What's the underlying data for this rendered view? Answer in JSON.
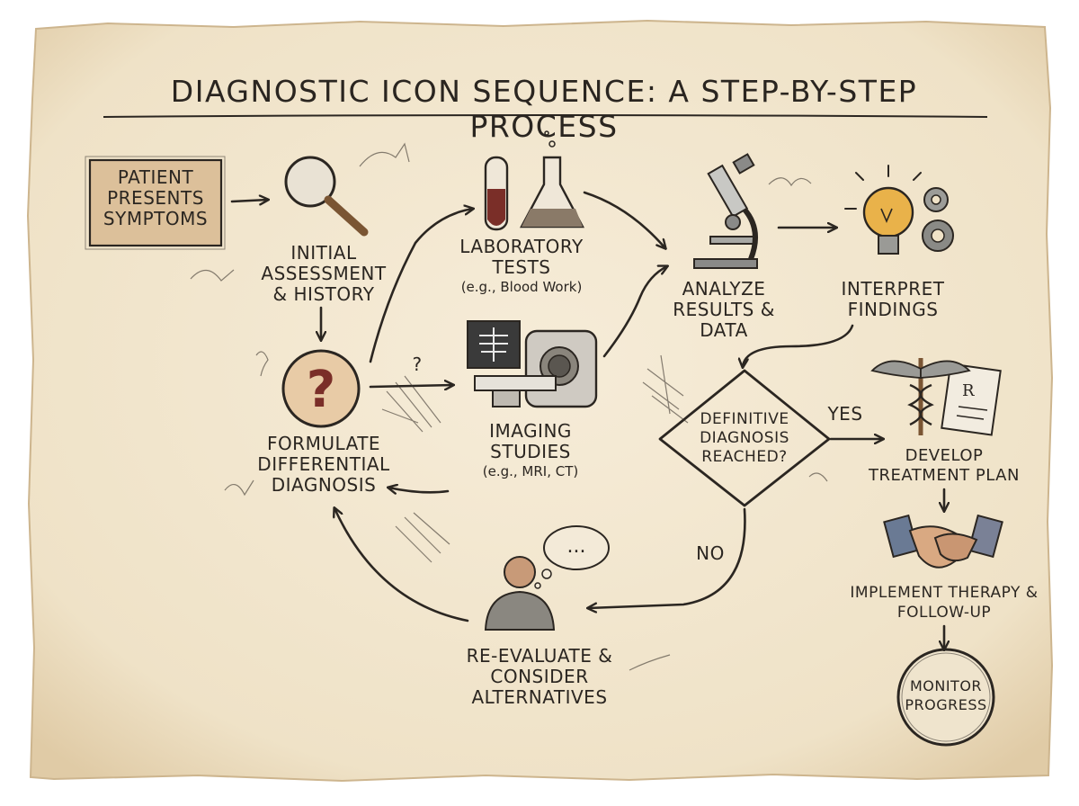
{
  "title": "DIAGNOSTIC ICON SEQUENCE: A STEP-BY-STEP PROCESS",
  "colors": {
    "paper": "#f3e8d2",
    "ink": "#2b2621",
    "accent_box": "#dcc09a",
    "blood": "#7a2e28"
  },
  "nodes": {
    "patient": "PATIENT PRESENTS SYMPTOMS",
    "assessment": "INITIAL ASSESSMENT & HISTORY",
    "lab": {
      "label": "LABORATORY TESTS",
      "sub": "(e.g., Blood Work)"
    },
    "imaging": {
      "label": "IMAGING STUDIES",
      "sub": "(e.g., MRI, CT)"
    },
    "differential": "FORMULATE DIFFERENTIAL DIAGNOSIS",
    "analyze": "ANALYZE RESULTS & DATA",
    "interpret": "INTERPRET FINDINGS",
    "decision": "DEFINITIVE DIAGNOSIS REACHED?",
    "treatment": "DEVELOP TREATMENT PLAN",
    "implement": "IMPLEMENT THERAPY & FOLLOW-UP",
    "monitor": "MONITOR PROGRESS",
    "reevaluate": "RE-EVALUATE & CONSIDER ALTERNATIVES"
  },
  "edges": {
    "yes": "YES",
    "no": "NO",
    "question": "?"
  },
  "icons": {
    "assessment": "magnifying-glass-icon",
    "lab": "test-tube-flask-icon",
    "imaging": "mri-scanner-icon",
    "differential": "question-mark-icon",
    "analyze": "microscope-icon",
    "interpret": "lightbulb-gears-icon",
    "treatment": "caduceus-prescription-icon",
    "implement": "handshake-icon",
    "reevaluate": "person-thinking-icon"
  }
}
